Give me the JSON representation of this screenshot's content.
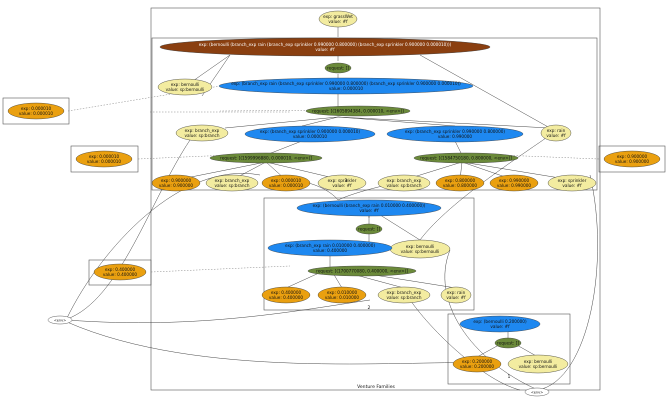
{
  "colors": {
    "blue": "#1e88f0",
    "brown": "#8a3f10",
    "green": "#6b8a3a",
    "orange": "#eaa010",
    "cream": "#f3eca0",
    "white": "#ffffff"
  },
  "diagram": {
    "frame_label": "Venture Families",
    "ids": [
      "1",
      "2",
      "3"
    ],
    "nodes": {
      "n_top": {
        "l1": "exp: grassWet",
        "l2": "value: #f"
      },
      "n_brown": {
        "l1": "exp: (bernoulli (branch_exp rain (branch_exp sprinkler 0.990000 0.800000) (branch_exp sprinkler 0.900000 0.000010)))",
        "l2": "value: #f"
      },
      "n_req1": {
        "l1": "request: []"
      },
      "n_bern": {
        "l1": "exp: bernoulli",
        "l2": "value: sp:bernoulli"
      },
      "n_blue1": {
        "l1": "exp: (branch_exp rain (branch_exp sprinkler 0.990000 0.800000) (branch_exp sprinkler 0.900000 0.000010))",
        "l2": "value: 0.000010"
      },
      "n_req2": {
        "l1": "request: [(1605894384, 0.000010, <env>)]"
      },
      "n_bexp1": {
        "l1": "exp: branch_exp",
        "l2": "value: sp:branch"
      },
      "n_rain1": {
        "l1": "exp: rain",
        "l2": "value: #f"
      },
      "n_blueL": {
        "l1": "exp: (branch_exp sprinkler 0.900000 0.000010)",
        "l2": "value: 0.000010"
      },
      "n_blueR": {
        "l1": "exp: (branch_exp sprinkler 0.990000 0.800000)",
        "l2": "value: 0.990000"
      },
      "n_reqL": {
        "l1": "request: [(1599996880, 0.000010, <env>)]"
      },
      "n_reqR": {
        "l1": "request: [(1584750180, 0.800000, <env>)]"
      },
      "n_oL1": {
        "l1": "exp: 0.900000",
        "l2": "value: 0.900000"
      },
      "n_bexpL": {
        "l1": "exp: branch_exp",
        "l2": "value: sp:branch"
      },
      "n_oL2": {
        "l1": "exp: 0.000010",
        "l2": "value: 0.000010"
      },
      "n_sprL": {
        "l1": "exp: sprinkler",
        "l2": "value: #f"
      },
      "n_bexpR": {
        "l1": "exp: branch_exp",
        "l2": "value: sp:branch"
      },
      "n_oR1": {
        "l1": "exp: 0.800000",
        "l2": "value: 0.800000"
      },
      "n_oR2": {
        "l1": "exp: 0.990000",
        "l2": "value: 0.990000"
      },
      "n_sprR": {
        "l1": "exp: sprinkler",
        "l2": "value: #f"
      },
      "n_ext1": {
        "l1": "exp: 0.000010",
        "l2": "value: 0.000010"
      },
      "n_ext2": {
        "l1": "exp: 0.000010",
        "l2": "value: 0.000010"
      },
      "n_ext3": {
        "l1": "exp: 0.900000",
        "l2": "value: 0.900000"
      },
      "n_ext4": {
        "l1": "exp: 0.400000",
        "l2": "value: 0.400000"
      },
      "n_b2": {
        "l1": "exp: (bernoulli (branch_exp rain 0.010000 0.400000))",
        "l2": "value: #f"
      },
      "n_req3": {
        "l1": "request: []"
      },
      "n_bern2": {
        "l1": "exp: bernoulli",
        "l2": "value: sp:bernoulli"
      },
      "n_blue3": {
        "l1": "exp: (branch_exp rain 0.010000 0.400000)",
        "l2": "value: 0.400000"
      },
      "n_req4": {
        "l1": "request: [(1700770080, 0.400000, <env>)]"
      },
      "n_o4": {
        "l1": "exp: 0.400000",
        "l2": "value: 0.400000"
      },
      "n_o5": {
        "l1": "exp: 0.010000",
        "l2": "value: 0.010000"
      },
      "n_bexp3": {
        "l1": "exp: branch_exp",
        "l2": "value: sp:branch"
      },
      "n_rain3": {
        "l1": "exp: rain",
        "l2": "value: #f"
      },
      "n_b3": {
        "l1": "exp: (bernoulli 0.200000)",
        "l2": "value: #f"
      },
      "n_req5": {
        "l1": "request: []"
      },
      "n_o6": {
        "l1": "exp: 0.200000",
        "l2": "value: 0.200000"
      },
      "n_bern3": {
        "l1": "exp: bernoulli",
        "l2": "value: sp:bernoulli"
      },
      "n_env1": {
        "l1": "<env>"
      },
      "n_env2": {
        "l1": "<env>"
      }
    }
  }
}
